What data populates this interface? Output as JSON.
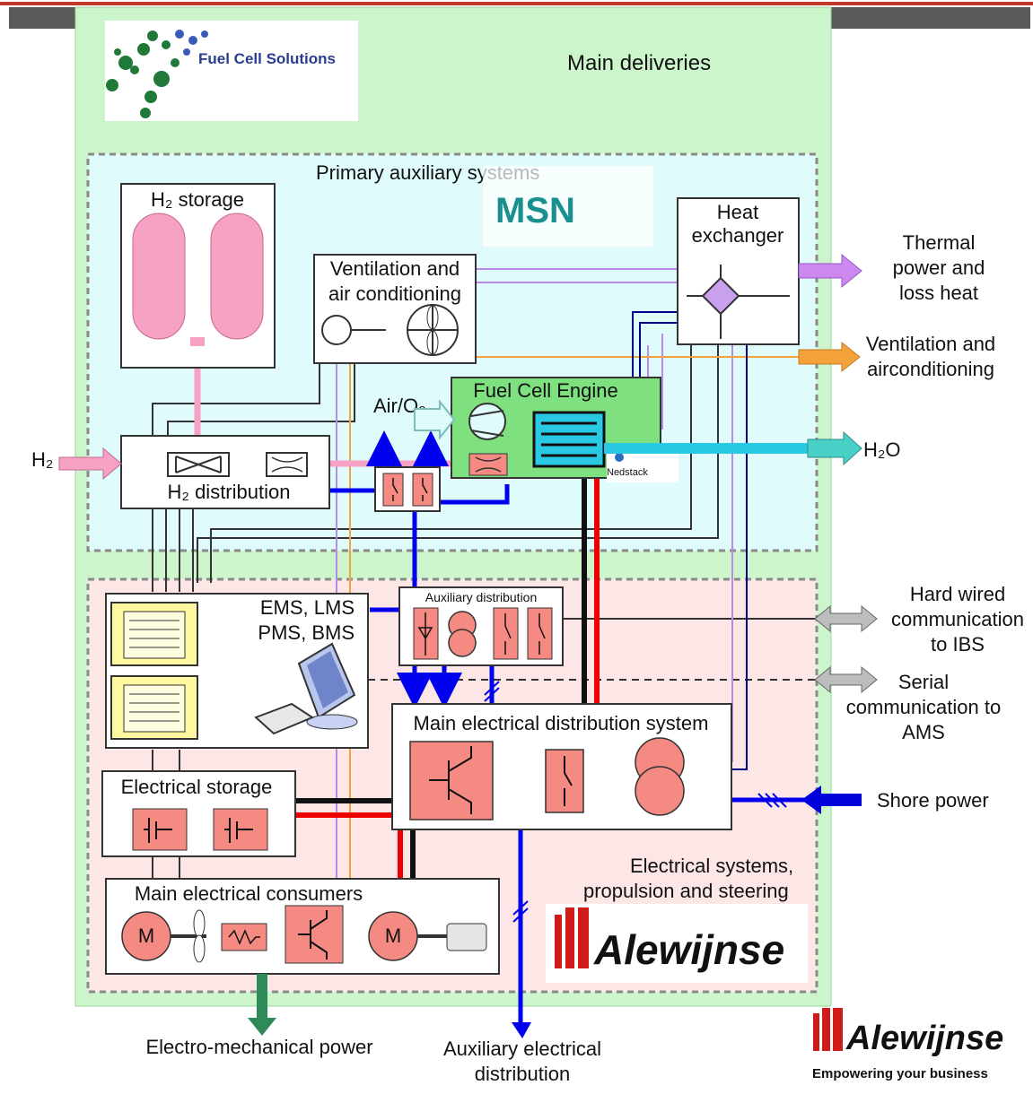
{
  "header": {
    "company": "Fuel Cell Solutions",
    "title": "Main deliveries"
  },
  "sections": {
    "primary": "Primary auxiliary systems",
    "electrical": [
      "Electrical systems,",
      "propulsion and steering"
    ]
  },
  "components": {
    "h2_storage": "H₂ storage",
    "ventilation": [
      "Ventilation and",
      "air conditioning"
    ],
    "heat_exchanger": [
      "Heat",
      "exchanger"
    ],
    "fuel_cell_engine": "Fuel Cell Engine",
    "air_o2": "Air/O₂",
    "h2_distribution": "H₂ distribution",
    "ems": [
      "EMS, LMS",
      "PMS, BMS"
    ],
    "aux_distribution": "Auxiliary  distribution",
    "main_dist": "Main electrical distribution system",
    "electrical_storage": "Electrical storage",
    "main_consumers": "Main electrical consumers",
    "motor_label": "M",
    "nedstack": "Nedstack"
  },
  "io": {
    "h2_in": "H₂",
    "h2o_out": "H₂O",
    "thermal": [
      "Thermal",
      "power and",
      "loss heat"
    ],
    "ventilation_out": [
      "Ventilation and",
      "airconditioning"
    ],
    "hard_wired": [
      "Hard wired",
      "communication",
      "to  IBS"
    ],
    "serial": [
      "Serial",
      "communication to",
      "AMS"
    ],
    "shore_power": "Shore power",
    "electro_mech": "Electro-mechanical power",
    "aux_elec": [
      "Auxiliary electrical",
      "distribution"
    ]
  },
  "logos": {
    "msn": "MSN",
    "alewijnse": "Alewijnse",
    "tagline": "Empowering your business"
  },
  "colors": {
    "main_bg": "#ccf5cc",
    "primary_bg": "#e0fbfb",
    "electrical_bg": "#fde6e6",
    "pink": "#f7a1c4",
    "salmon": "#f58a82",
    "fuel_cell_green": "#7fe07f",
    "blue": "#0000ee",
    "red": "#ee0000",
    "purple": "#cc88ee",
    "orange": "#f4a23a",
    "cyan": "#29c9e3",
    "dark_green": "#2e8b57"
  }
}
